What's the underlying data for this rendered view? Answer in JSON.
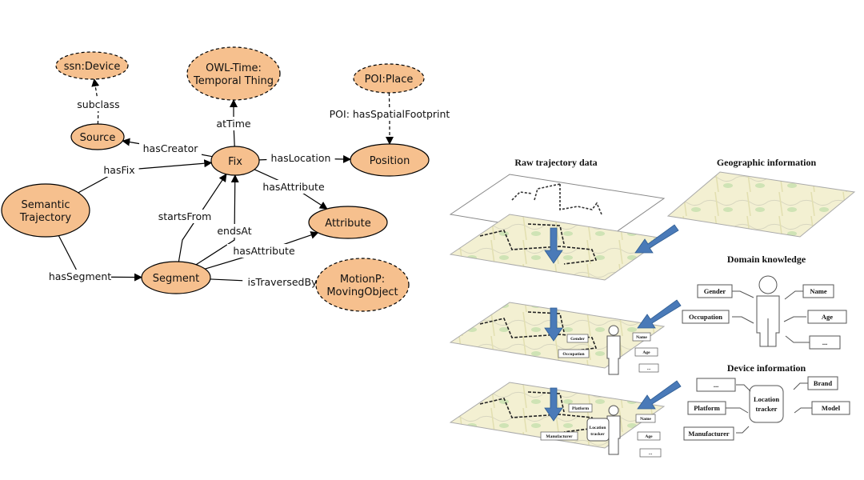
{
  "ontology": {
    "nodes": {
      "ssn_device": {
        "lines": [
          "ssn:Device"
        ],
        "external": true
      },
      "temporal": {
        "lines": [
          "OWL-Time:",
          "Temporal Thing"
        ],
        "external": true
      },
      "poi_place": {
        "lines": [
          "POI:Place"
        ],
        "external": true
      },
      "source": {
        "lines": [
          "Source"
        ],
        "external": false
      },
      "fix": {
        "lines": [
          "Fix"
        ],
        "external": false
      },
      "position": {
        "lines": [
          "Position"
        ],
        "external": false
      },
      "semtraj": {
        "lines": [
          "Semantic",
          "Trajectory"
        ],
        "external": false
      },
      "attribute": {
        "lines": [
          "Attribute"
        ],
        "external": false
      },
      "segment": {
        "lines": [
          "Segment"
        ],
        "external": false
      },
      "moving": {
        "lines": [
          "MotionP:",
          "MovingObject"
        ],
        "external": true
      }
    },
    "edges": [
      {
        "from": "source",
        "to": "ssn_device",
        "label": "subclass",
        "dashed": true
      },
      {
        "from": "fix",
        "to": "source",
        "label": "hasCreator",
        "dashed": false
      },
      {
        "from": "fix",
        "to": "temporal",
        "label": "atTime",
        "dashed": false
      },
      {
        "from": "fix",
        "to": "position",
        "label": "hasLocation",
        "dashed": false
      },
      {
        "from": "poi_place",
        "to": "position",
        "label": "POI: hasSpatialFootprint",
        "dashed": true
      },
      {
        "from": "semtraj",
        "to": "fix",
        "label": "hasFix",
        "dashed": false
      },
      {
        "from": "fix",
        "to": "attribute",
        "label": "hasAttribute",
        "dashed": false
      },
      {
        "from": "segment",
        "to": "fix",
        "label": "startsFrom",
        "dashed": false
      },
      {
        "from": "segment",
        "to": "fix",
        "label": "endsAt",
        "dashed": false
      },
      {
        "from": "segment",
        "to": "attribute",
        "label": "hasAttribute",
        "dashed": false
      },
      {
        "from": "semtraj",
        "to": "segment",
        "label": "hasSegment",
        "dashed": false
      },
      {
        "from": "segment",
        "to": "moving",
        "label": "isTraversedBy",
        "dashed": false
      }
    ],
    "node_fill": "#f6c08e",
    "arrow_color": "#000000"
  },
  "layers": {
    "raw_title": "Raw trajectory data",
    "geo_title": "Geographic information",
    "domain_title": "Domain knowledge",
    "device_title": "Device information",
    "domain_attrs": {
      "gender": "Gender",
      "occupation": "Occupation",
      "name": "Name",
      "age": "Age",
      "more": "..."
    },
    "device_attrs": {
      "more": "...",
      "platform": "Platform",
      "manufacturer": "Manufacturer",
      "brand": "Brand",
      "model": "Model",
      "tracker_1": "Location",
      "tracker_2": "tracker"
    },
    "arrow_color": "#4a7ab8",
    "map_color": "#f3f0d2"
  }
}
